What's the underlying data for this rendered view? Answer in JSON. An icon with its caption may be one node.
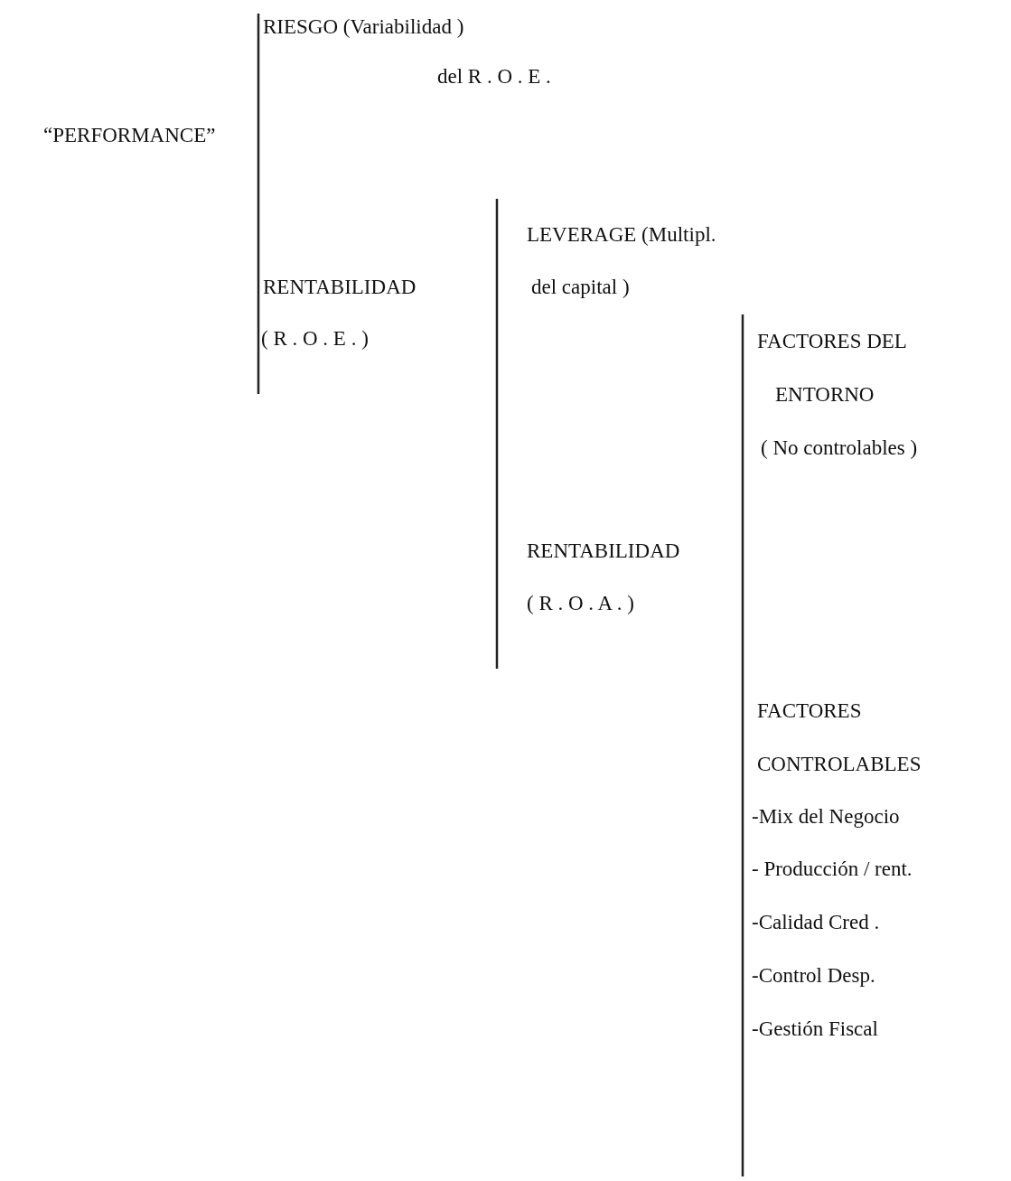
{
  "diagram": {
    "labels": [
      "RIESGO (Variabilidad )",
      "del R . O . E .",
      "“PERFORMANCE”",
      "LEVERAGE (Multipl.",
      "RENTABILIDAD",
      "del capital )",
      "( R . O . E . )",
      "FACTORES DEL",
      "ENTORNO",
      "( No controlables )",
      "RENTABILIDAD",
      "( R . O . A . )",
      "FACTORES",
      "CONTROLABLES",
      "-Mix del Negocio",
      "- Producción / rent.",
      "-Calidad Cred .",
      "-Control Desp.",
      "-Gestión Fiscal"
    ]
  }
}
